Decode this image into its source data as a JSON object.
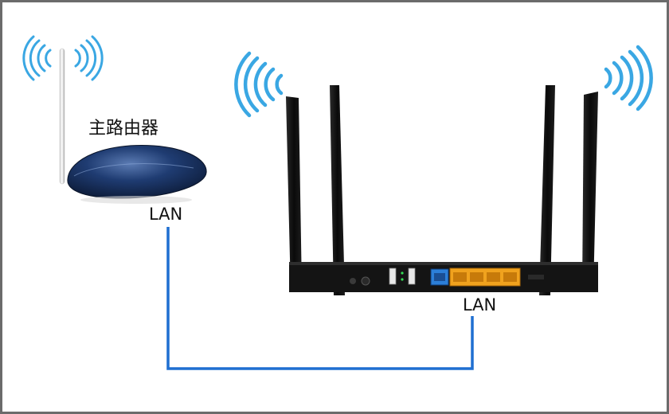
{
  "labels": {
    "main_router": "主路由器",
    "lan_main": "LAN",
    "lan_secondary": "LAN"
  },
  "colors": {
    "cable": "#1f6fd1",
    "wifi_waves": "#3aa7e3",
    "lan_ports": "#f0a21e",
    "wan_port": "#2c7fd8",
    "router_body_secondary": "#141414",
    "router_body_main": "#1e3a6e",
    "frame_border": "#6b6b6b"
  }
}
